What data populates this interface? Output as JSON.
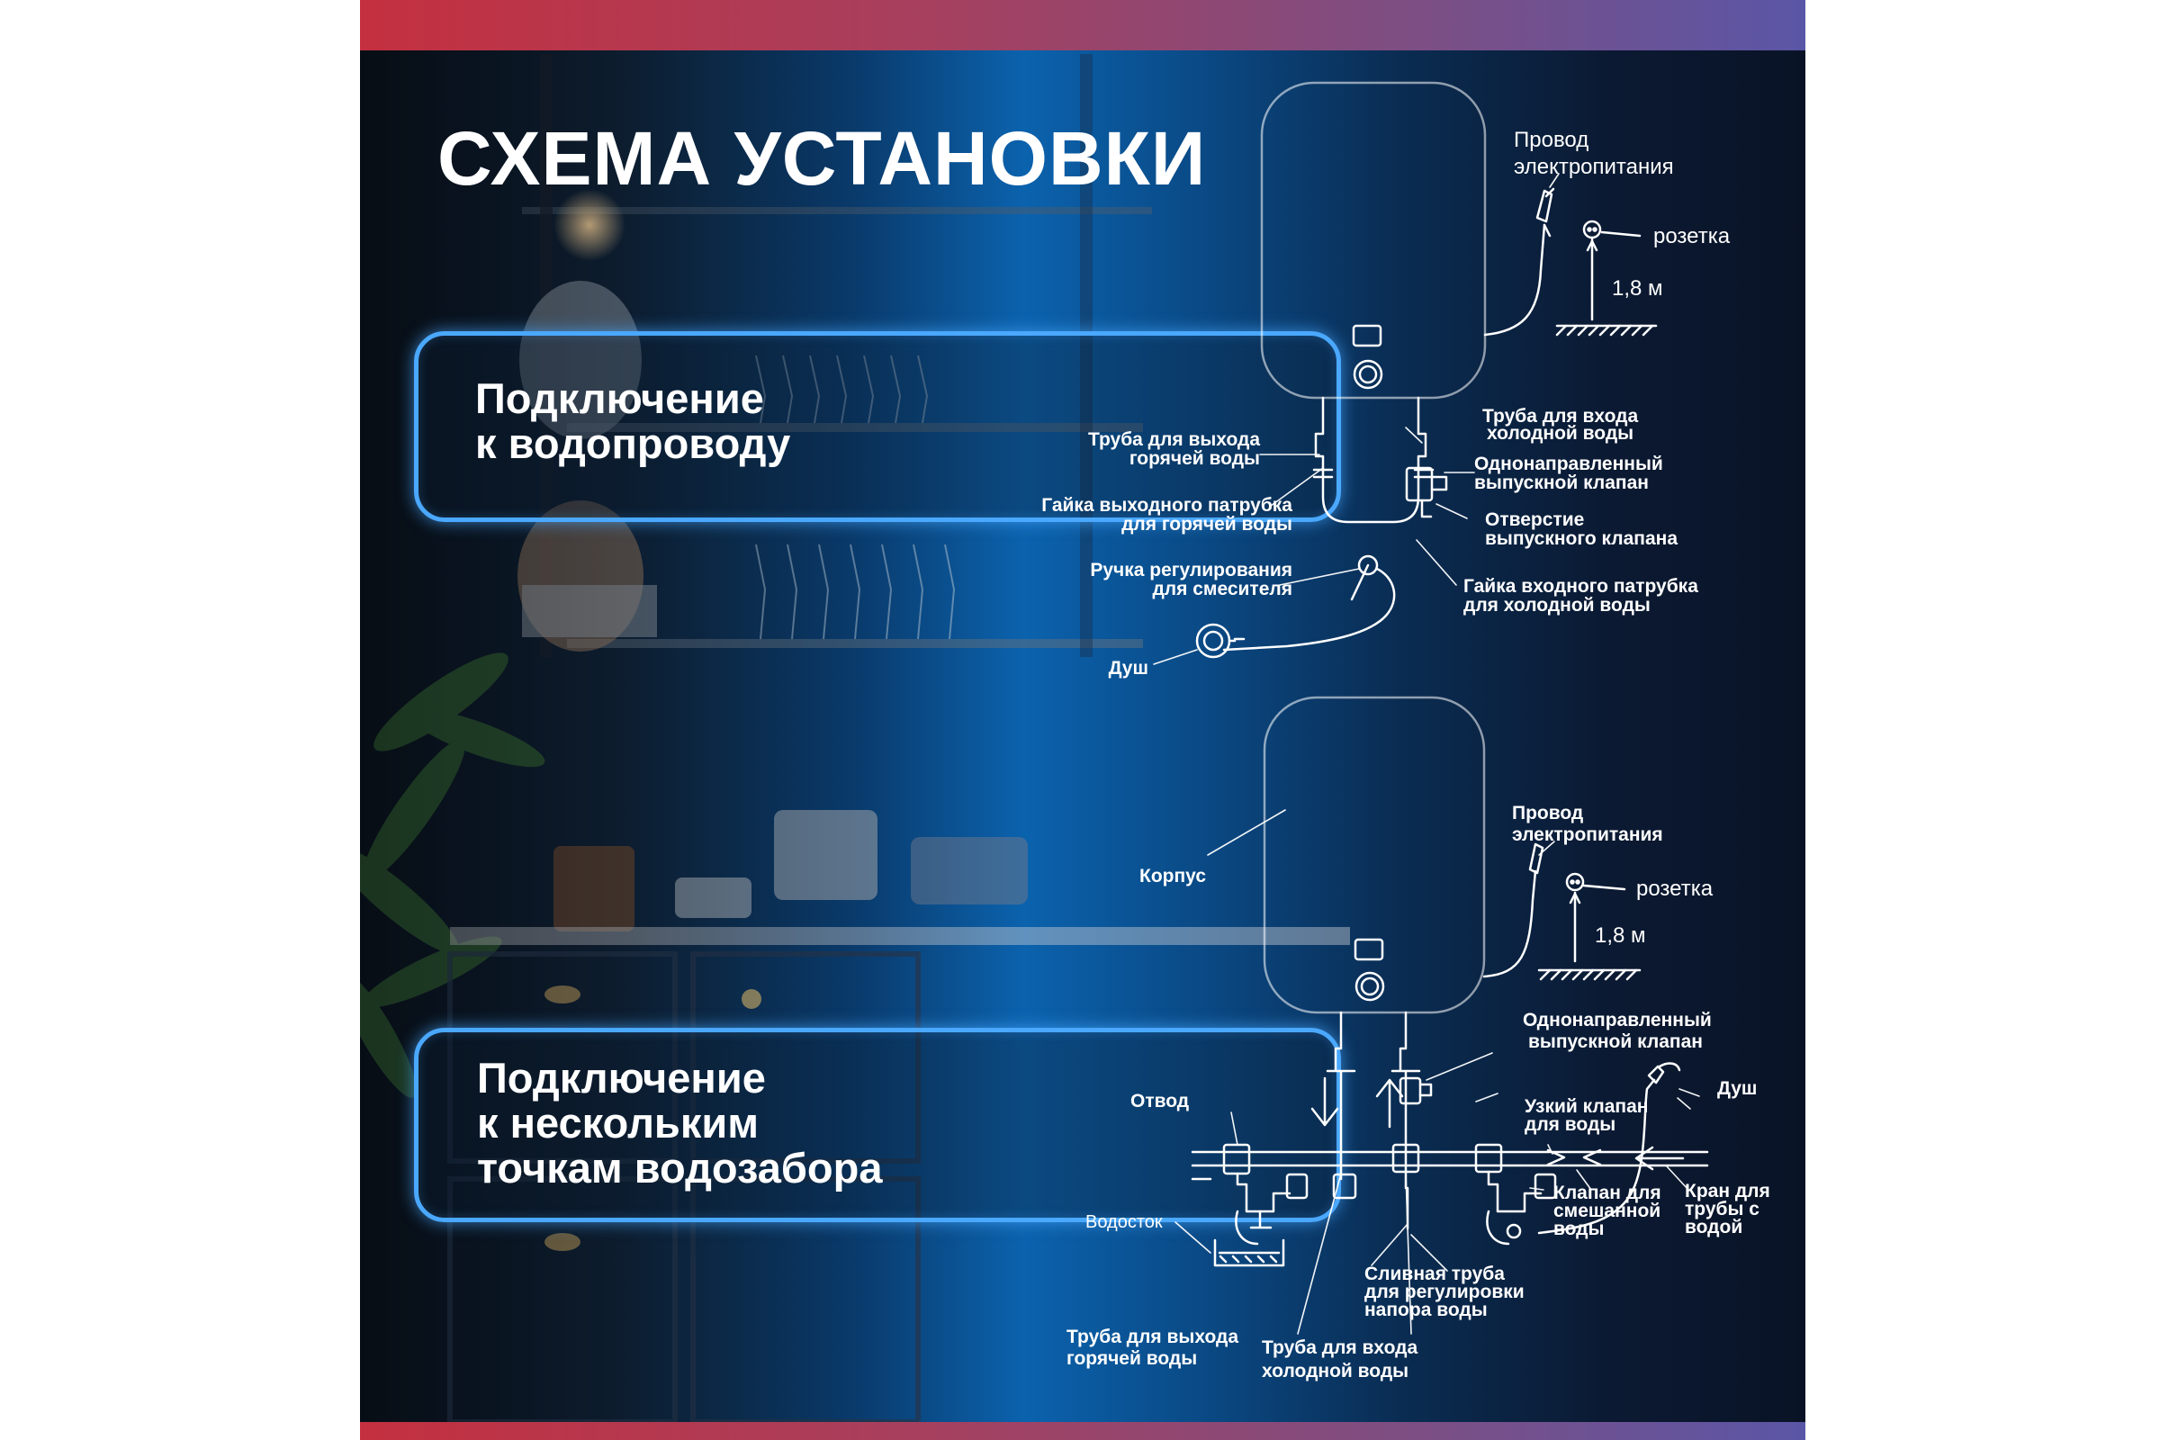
{
  "title": "СХЕМА УСТАНОВКИ",
  "section1": {
    "lines": [
      "Подключение",
      "к водопроводу"
    ]
  },
  "section2": {
    "lines": [
      "Подключение",
      "к нескольким",
      "точкам водозабора"
    ]
  },
  "diagram1": {
    "power_cable": [
      "Провод",
      "электропитания"
    ],
    "socket": "розетка",
    "height": "1,8 м",
    "hot_out_pipe": [
      "Труба для выхода",
      "горячей воды"
    ],
    "cold_in_pipe": [
      "Труба для входа",
      "холодной воды"
    ],
    "check_valve": [
      "Однонаправленный",
      "выпускной клапан"
    ],
    "hot_nut": [
      "Гайка выходного патрубка",
      "для горячей воды"
    ],
    "valve_hole": [
      "Отверстие",
      "выпускного клапана"
    ],
    "mixer_handle": [
      "Ручка регулирования",
      "для смесителя"
    ],
    "cold_nut": [
      "Гайка входного патрубка",
      "для холодной воды"
    ],
    "shower": "Душ"
  },
  "diagram2": {
    "body": "Корпус",
    "power_cable": [
      "Провод",
      "электропитания"
    ],
    "socket": "розетка",
    "height": "1,8 м",
    "check_valve": [
      "Однонаправленный",
      "выпускной клапан"
    ],
    "branch": "Отвод",
    "narrow_valve": [
      "Узкий клапан",
      "для воды"
    ],
    "shower": "Душ",
    "mixed_valve": [
      "Клапан для",
      "смешанной",
      "воды"
    ],
    "water_tap": [
      "Кран для",
      "трубы с",
      "водой"
    ],
    "drain": "Водосток",
    "drain_pipe": [
      "Сливная труба",
      "для регулировки",
      "напора воды"
    ],
    "hot_out_pipe": [
      "Труба для выхода",
      "горячей воды"
    ],
    "cold_in_pipe": [
      "Труба для входа",
      "холодной воды"
    ]
  },
  "colors": {
    "accent": "#4aa8ff",
    "bar_left": "#c4303f",
    "bar_right": "#5a56a6"
  }
}
